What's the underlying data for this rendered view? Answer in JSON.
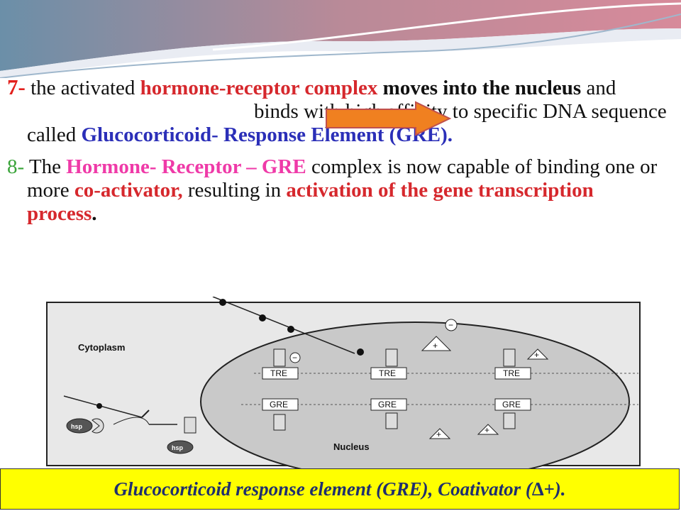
{
  "point7": {
    "number": "7-",
    "t1": " the activated ",
    "complex": "hormone-receptor complex",
    "t2": " ",
    "moves": "moves into the nucleus",
    "t3": " and ",
    "t4": "binds with high affinity to specific DNA sequence called ",
    "gre": "Glucocorticoid- Response Element (GRE)."
  },
  "point8": {
    "number": "8-",
    "t1": " The ",
    "complex": "Hormone- Receptor – GRE",
    "t2": " complex is now capable of binding one or more ",
    "coactivator": "co-activator,",
    "t3": " resulting in ",
    "activation": "activation of the gene transcription process",
    "dot": "."
  },
  "diagram": {
    "cytoplasm": "Cytoplasm",
    "nucleus": "Nucleus",
    "tre": "TRE",
    "gre": "GRE",
    "hsp": "hsp",
    "plus": "+",
    "minus": "−"
  },
  "caption": "Glucocorticoid response element (GRE), Coativator (∆+).",
  "colors": {
    "red": "#d6282d",
    "blue": "#2b2fb8",
    "magenta": "#ef3aa8",
    "green": "#3aa43a",
    "arrow": "#f08020",
    "caption_bg": "#ffff00"
  }
}
